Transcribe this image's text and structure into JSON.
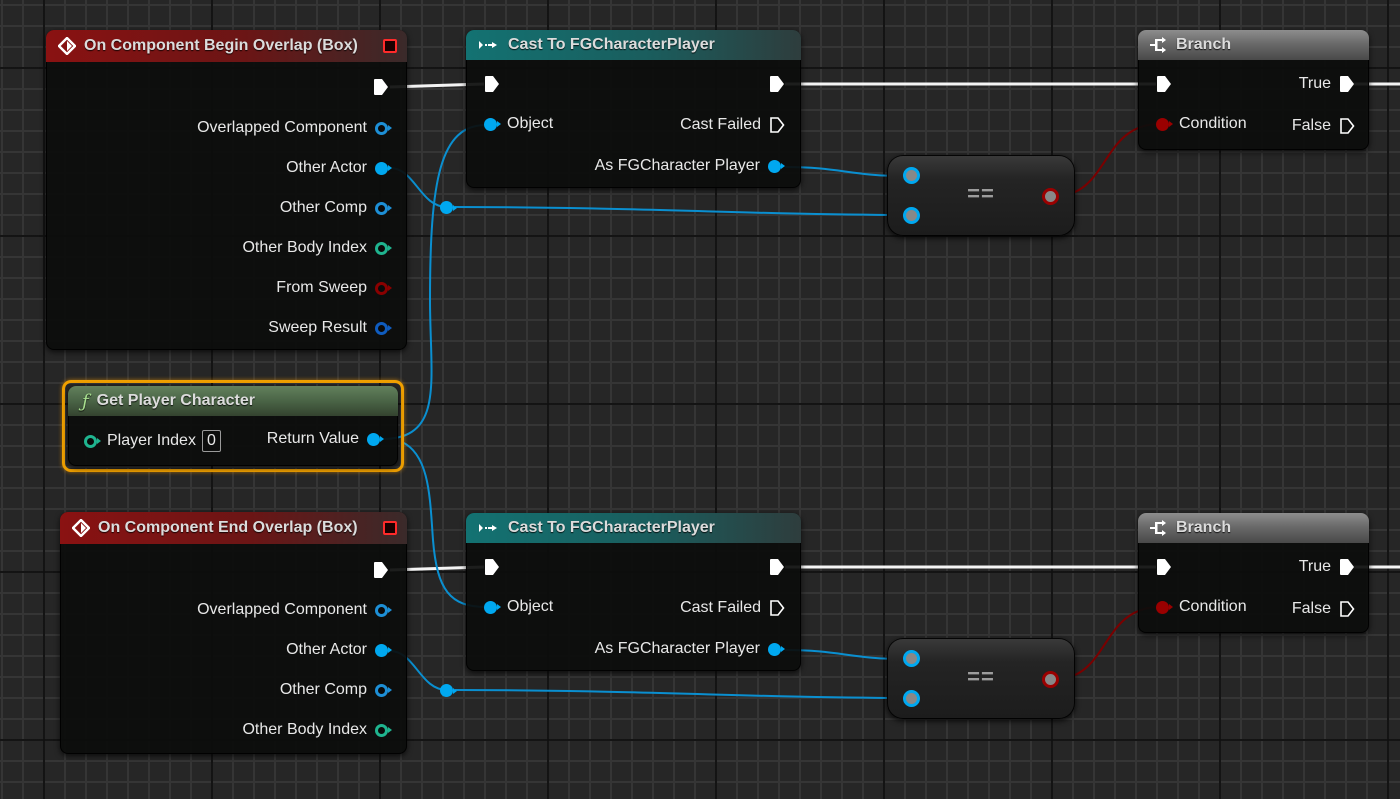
{
  "colors": {
    "object_pin": "#00a8f0",
    "object_pin_hollow": "#1d8fd6",
    "int_pin": "#1fb48f",
    "bool_pin": "#9a0000",
    "struct_pin": "#0f5cbf",
    "exec_wire": "#ffffff",
    "func_selected_outline": "#f0a000",
    "event_header": "#8a1212",
    "cast_header": "#137272",
    "branch_header": "#7a7a7a",
    "function_header": "#4a6446"
  },
  "nodes": {
    "begin_overlap": {
      "title": "On Component Begin Overlap (Box)",
      "icon": "event-diamond-icon",
      "outputs": [
        {
          "label": "Overlapped Component",
          "type": "object",
          "connected": false
        },
        {
          "label": "Other Actor",
          "type": "object",
          "connected": true
        },
        {
          "label": "Other Comp",
          "type": "object",
          "connected": false
        },
        {
          "label": "Other Body Index",
          "type": "int",
          "connected": false
        },
        {
          "label": "From Sweep",
          "type": "bool",
          "connected": false
        },
        {
          "label": "Sweep Result",
          "type": "struct",
          "connected": false
        }
      ]
    },
    "end_overlap": {
      "title": "On Component End Overlap (Box)",
      "icon": "event-diamond-icon",
      "outputs": [
        {
          "label": "Overlapped Component",
          "type": "object",
          "connected": false
        },
        {
          "label": "Other Actor",
          "type": "object",
          "connected": true
        },
        {
          "label": "Other Comp",
          "type": "object",
          "connected": false
        },
        {
          "label": "Other Body Index",
          "type": "int",
          "connected": false
        }
      ]
    },
    "get_player_character": {
      "title": "Get Player Character",
      "icon": "function-icon",
      "input_label": "Player Index",
      "input_value": "0",
      "output_label": "Return Value"
    },
    "cast_top": {
      "title": "Cast To FGCharacterPlayer",
      "icon": "cast-icon",
      "input_object": "Object",
      "cast_failed": "Cast Failed",
      "output": "As FGCharacter Player"
    },
    "cast_bottom": {
      "title": "Cast To FGCharacterPlayer",
      "icon": "cast-icon",
      "input_object": "Object",
      "cast_failed": "Cast Failed",
      "output": "As FGCharacter Player"
    },
    "equal_top": {
      "label": "=="
    },
    "equal_bottom": {
      "label": "=="
    },
    "branch_top": {
      "title": "Branch",
      "icon": "branch-icon",
      "condition": "Condition",
      "true_label": "True",
      "false_label": "False"
    },
    "branch_bottom": {
      "title": "Branch",
      "icon": "branch-icon",
      "condition": "Condition",
      "true_label": "True",
      "false_label": "False"
    }
  }
}
